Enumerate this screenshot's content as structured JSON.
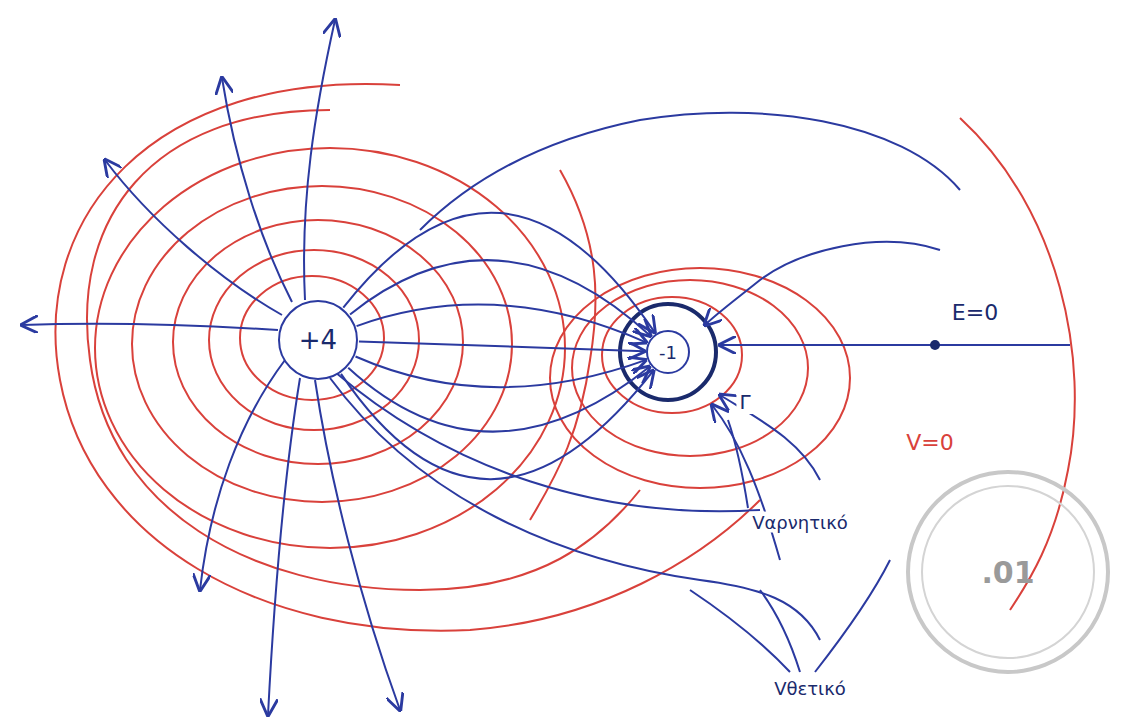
{
  "diagram": {
    "nodes": [
      {
        "text": [
          "+4"
        ]
      },
      {
        "text": [
          "-1"
        ]
      }
    ],
    "edges": [
      {
        "from": 0,
        "to": 1,
        "arrow": "to"
      },
      {
        "from": 0,
        "to": 1,
        "arrow": "to"
      },
      {
        "from": 0,
        "to": 1,
        "arrow": "to"
      },
      {
        "from": 0,
        "to": 1,
        "arrow": "to"
      },
      {
        "from": 0,
        "to": 1,
        "arrow": "to"
      },
      {
        "from": 0,
        "to": 1,
        "arrow": "to"
      },
      {
        "from": 0,
        "to": 1,
        "arrow": "to"
      }
    ],
    "labels": [
      "E=0",
      "Γ",
      "V=0",
      "Vαρνητικό",
      "Vθετικό",
      ".01"
    ]
  }
}
